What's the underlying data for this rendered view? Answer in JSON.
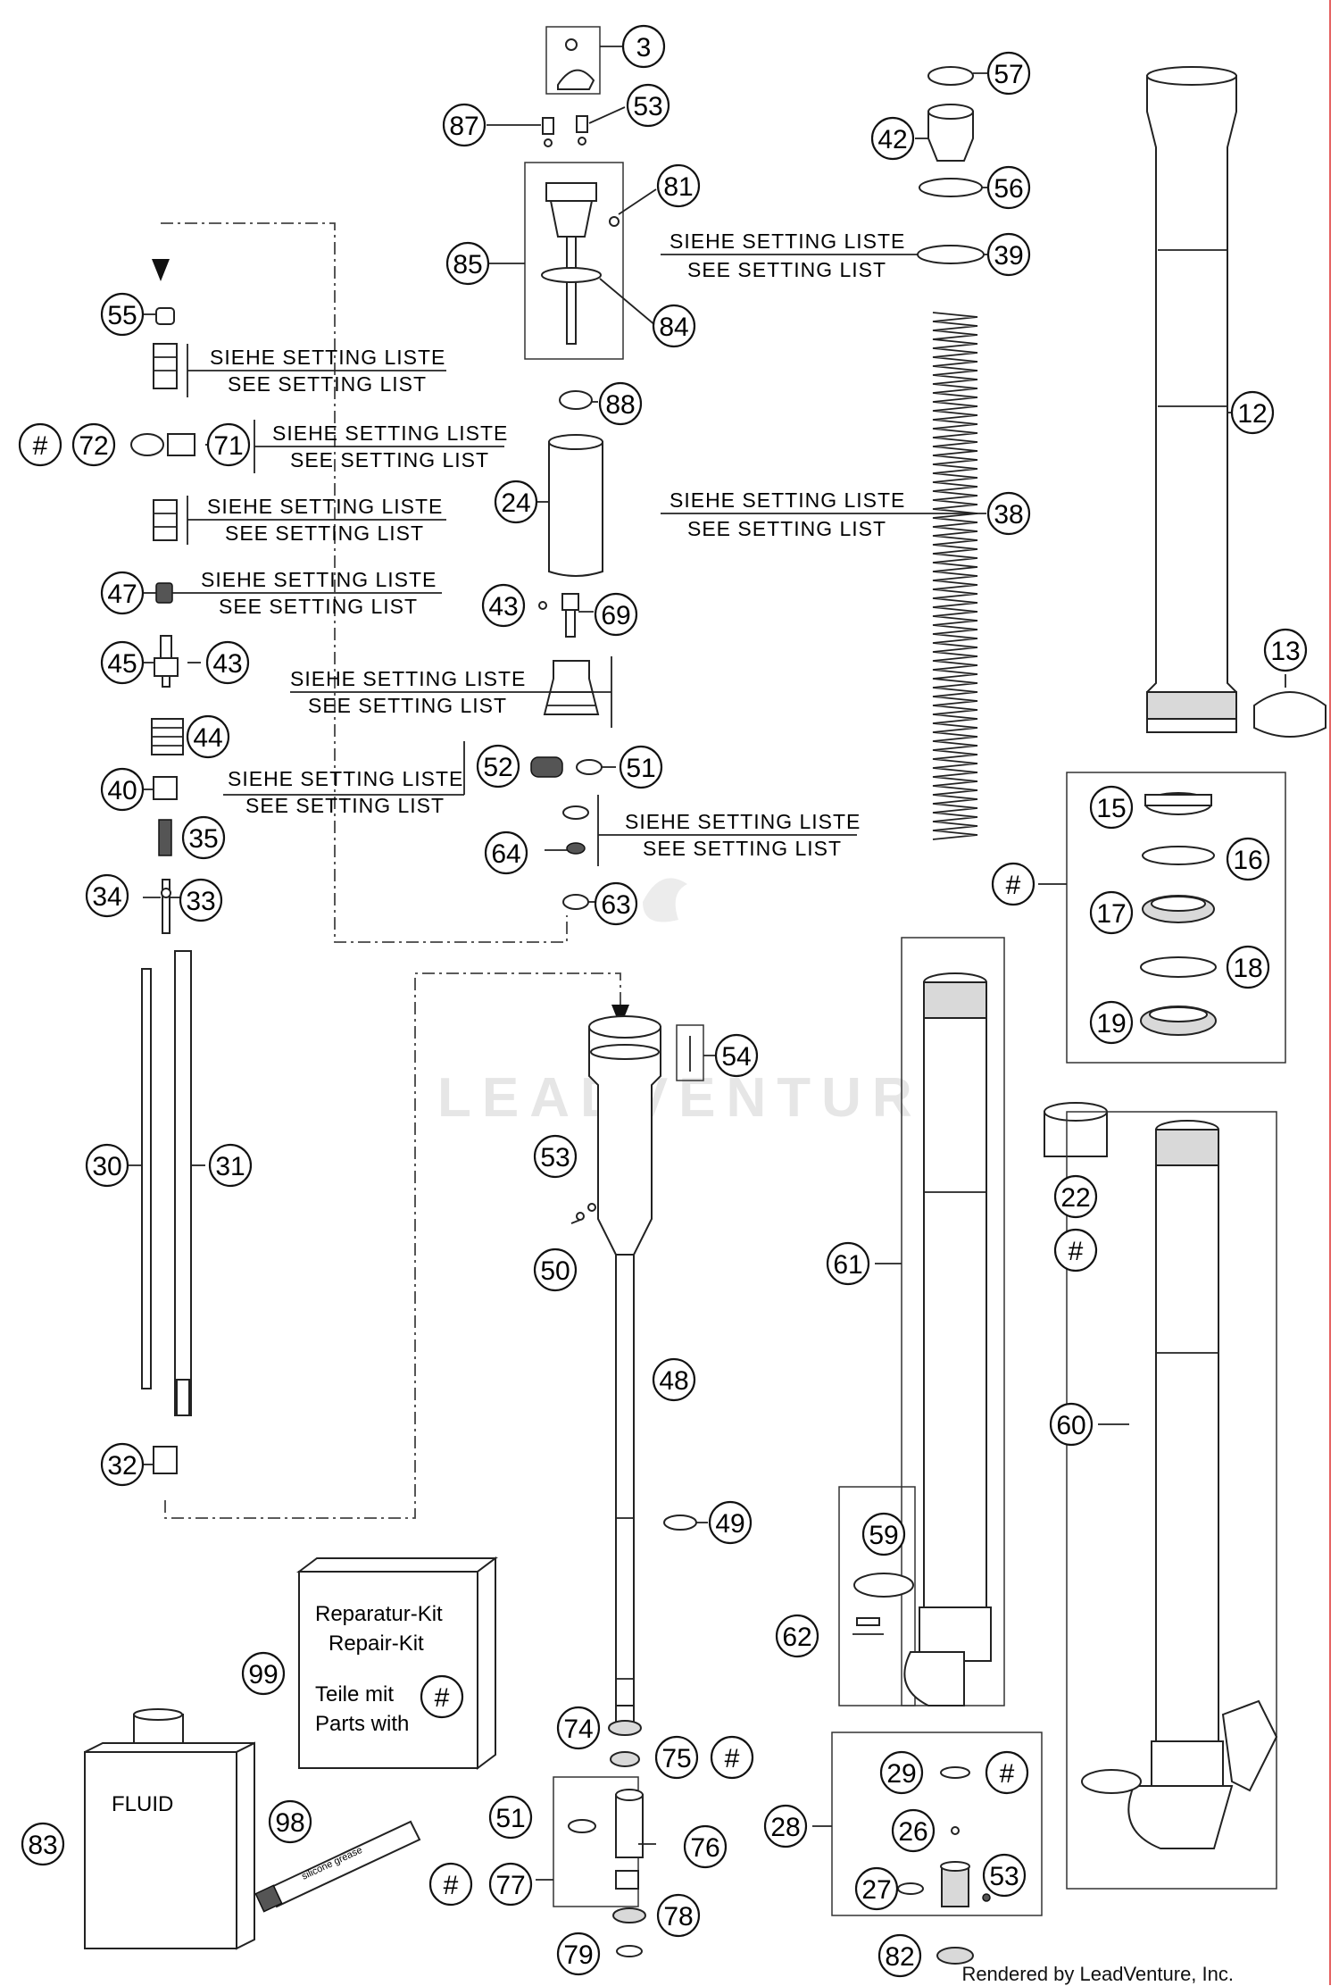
{
  "setting_note": {
    "de": "SIEHE SETTING LISTE",
    "en": "SEE SETTING LIST"
  },
  "callouts": [
    {
      "key": "c3",
      "label": "3"
    },
    {
      "key": "c87",
      "label": "87"
    },
    {
      "key": "c53a",
      "label": "53"
    },
    {
      "key": "c81",
      "label": "81"
    },
    {
      "key": "c85",
      "label": "85"
    },
    {
      "key": "c84",
      "label": "84"
    },
    {
      "key": "c57",
      "label": "57"
    },
    {
      "key": "c42",
      "label": "42"
    },
    {
      "key": "c56",
      "label": "56"
    },
    {
      "key": "c39",
      "label": "39"
    },
    {
      "key": "c12",
      "label": "12"
    },
    {
      "key": "c55",
      "label": "55"
    },
    {
      "key": "hash1",
      "label": "#"
    },
    {
      "key": "c72",
      "label": "72"
    },
    {
      "key": "c71",
      "label": "71"
    },
    {
      "key": "c88",
      "label": "88"
    },
    {
      "key": "c24",
      "label": "24"
    },
    {
      "key": "c38",
      "label": "38"
    },
    {
      "key": "c47",
      "label": "47"
    },
    {
      "key": "c43a",
      "label": "43"
    },
    {
      "key": "c69",
      "label": "69"
    },
    {
      "key": "c45",
      "label": "45"
    },
    {
      "key": "c43b",
      "label": "43"
    },
    {
      "key": "c13",
      "label": "13"
    },
    {
      "key": "c44",
      "label": "44"
    },
    {
      "key": "c52",
      "label": "52"
    },
    {
      "key": "c51a",
      "label": "51"
    },
    {
      "key": "c40",
      "label": "40"
    },
    {
      "key": "c35",
      "label": "35"
    },
    {
      "key": "c64",
      "label": "64"
    },
    {
      "key": "c15",
      "label": "15"
    },
    {
      "key": "c16",
      "label": "16"
    },
    {
      "key": "hash2",
      "label": "#"
    },
    {
      "key": "c34",
      "label": "34"
    },
    {
      "key": "c33",
      "label": "33"
    },
    {
      "key": "c63",
      "label": "63"
    },
    {
      "key": "c17",
      "label": "17"
    },
    {
      "key": "c18",
      "label": "18"
    },
    {
      "key": "c19",
      "label": "19"
    },
    {
      "key": "c54",
      "label": "54"
    },
    {
      "key": "c30",
      "label": "30"
    },
    {
      "key": "c31",
      "label": "31"
    },
    {
      "key": "c53b",
      "label": "53"
    },
    {
      "key": "c22",
      "label": "22"
    },
    {
      "key": "hash3",
      "label": "#"
    },
    {
      "key": "c50",
      "label": "50"
    },
    {
      "key": "c61",
      "label": "61"
    },
    {
      "key": "c48",
      "label": "48"
    },
    {
      "key": "c60",
      "label": "60"
    },
    {
      "key": "c32",
      "label": "32"
    },
    {
      "key": "c49",
      "label": "49"
    },
    {
      "key": "c59",
      "label": "59"
    },
    {
      "key": "c62",
      "label": "62"
    },
    {
      "key": "c99",
      "label": "99"
    },
    {
      "key": "hash4",
      "label": "#"
    },
    {
      "key": "c74",
      "label": "74"
    },
    {
      "key": "c75",
      "label": "75"
    },
    {
      "key": "hash5",
      "label": "#"
    },
    {
      "key": "c29",
      "label": "29"
    },
    {
      "key": "hash6",
      "label": "#"
    },
    {
      "key": "c28",
      "label": "28"
    },
    {
      "key": "c26",
      "label": "26"
    },
    {
      "key": "c83",
      "label": "83"
    },
    {
      "key": "c98",
      "label": "98"
    },
    {
      "key": "c51b",
      "label": "51"
    },
    {
      "key": "c76",
      "label": "76"
    },
    {
      "key": "hash7",
      "label": "#"
    },
    {
      "key": "c77",
      "label": "77"
    },
    {
      "key": "c27",
      "label": "27"
    },
    {
      "key": "c53c",
      "label": "53"
    },
    {
      "key": "c78",
      "label": "78"
    },
    {
      "key": "c79",
      "label": "79"
    },
    {
      "key": "c82",
      "label": "82"
    }
  ],
  "repair_kit": {
    "line1": "Reparatur-Kit",
    "line2": "Repair-Kit",
    "line3": "Teile mit",
    "line4": "Parts with"
  },
  "fluid_label": "FLUID",
  "grease_label": "silicone grease",
  "watermark": "LEADVENTURE",
  "credit": "Rendered by LeadVenture, Inc."
}
